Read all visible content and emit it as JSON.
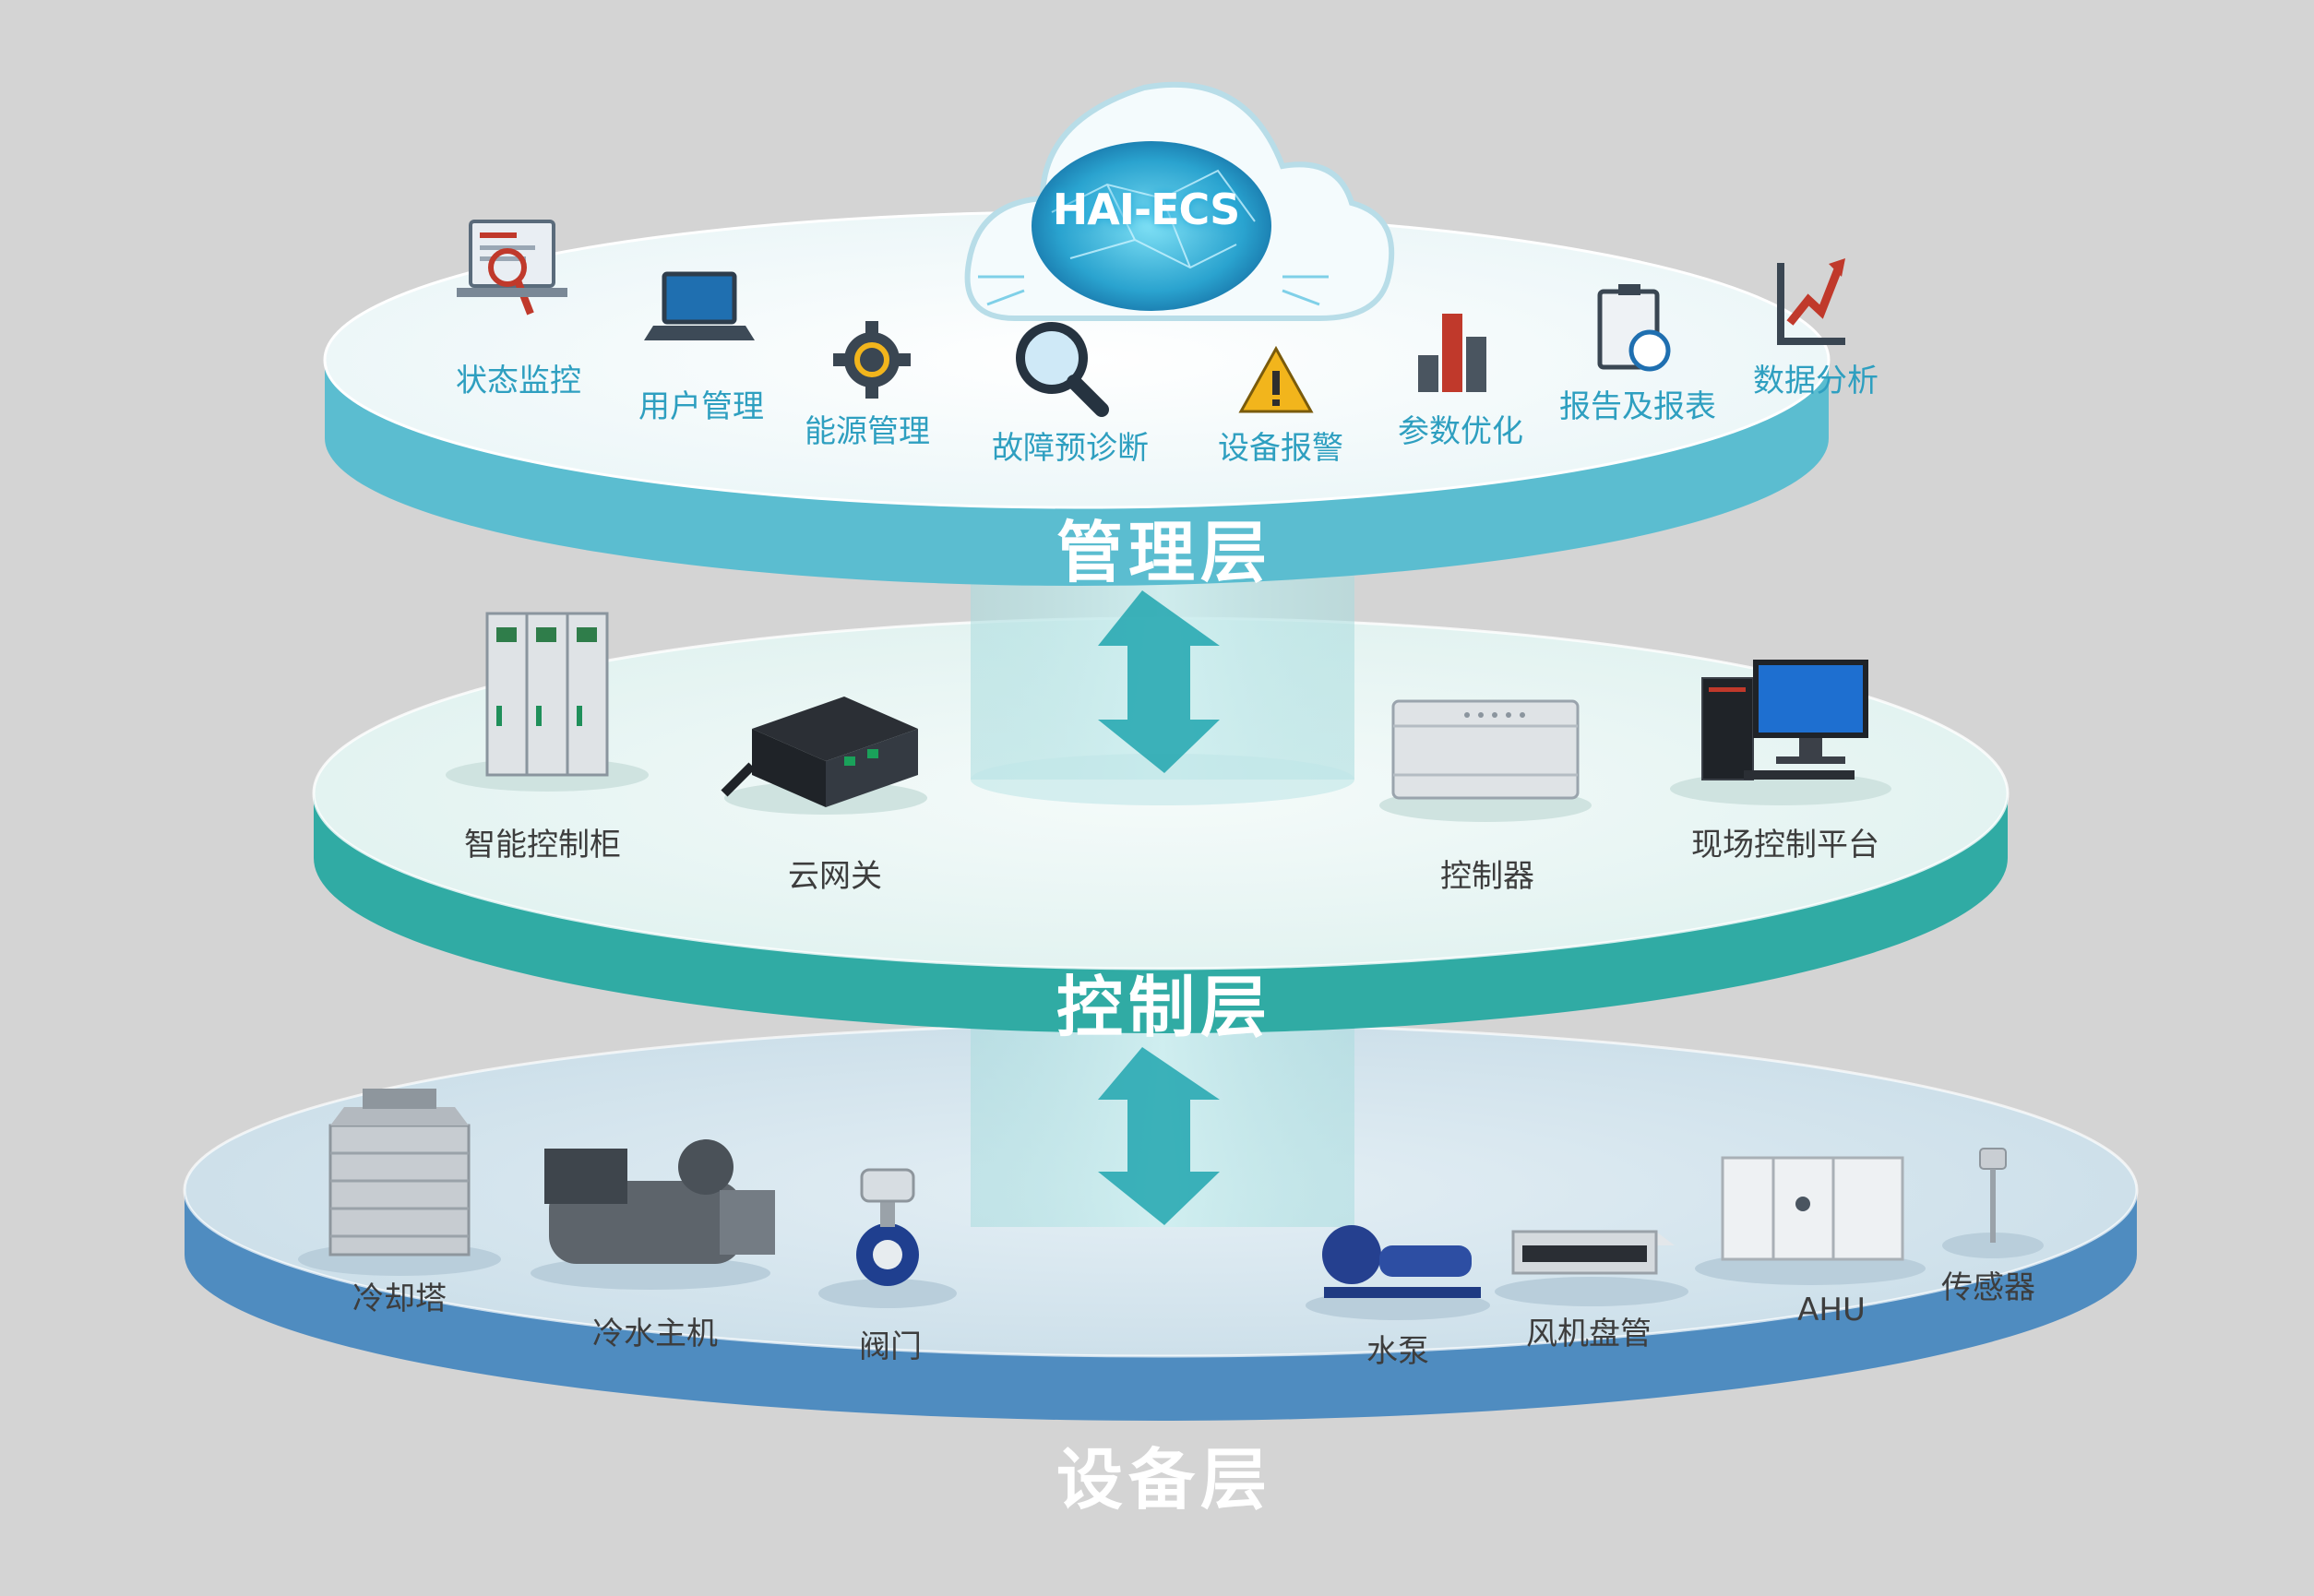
{
  "brand": "HAI-ECS",
  "layers": {
    "management": {
      "title": "管理层",
      "items": [
        {
          "label": "状态监控",
          "icon": "monitor-report-icon"
        },
        {
          "label": "用户管理",
          "icon": "laptop-icon"
        },
        {
          "label": "能源管理",
          "icon": "gear-icon"
        },
        {
          "label": "故障预诊断",
          "icon": "magnifier-icon"
        },
        {
          "label": "设备报警",
          "icon": "warning-icon"
        },
        {
          "label": "参数优化",
          "icon": "bar-chart-icon"
        },
        {
          "label": "报告及报表",
          "icon": "clipboard-icon"
        },
        {
          "label": "数据分析",
          "icon": "growth-chart-icon"
        }
      ]
    },
    "control": {
      "title": "控制层",
      "items": [
        {
          "label": "智能控制柜",
          "icon": "control-cabinet-icon"
        },
        {
          "label": "云网关",
          "icon": "gateway-icon"
        },
        {
          "label": "控制器",
          "icon": "controller-icon"
        },
        {
          "label": "现场控制平台",
          "icon": "workstation-icon"
        }
      ]
    },
    "device": {
      "title": "设备层",
      "items": [
        {
          "label": "冷却塔",
          "icon": "cooling-tower-icon"
        },
        {
          "label": "冷水主机",
          "icon": "chiller-icon"
        },
        {
          "label": "阀门",
          "icon": "valve-icon"
        },
        {
          "label": "水泵",
          "icon": "pump-icon"
        },
        {
          "label": "风机盘管",
          "icon": "fan-coil-icon"
        },
        {
          "label": "AHU",
          "icon": "ahu-icon"
        },
        {
          "label": "传感器",
          "icon": "sensor-icon"
        }
      ]
    }
  },
  "colors": {
    "background": "#d4d4d4",
    "management_rim": "#5bbdd0",
    "control_rim": "#30aba4",
    "device_rim": "#4f8cc0",
    "arrow": "#2aaab2"
  }
}
